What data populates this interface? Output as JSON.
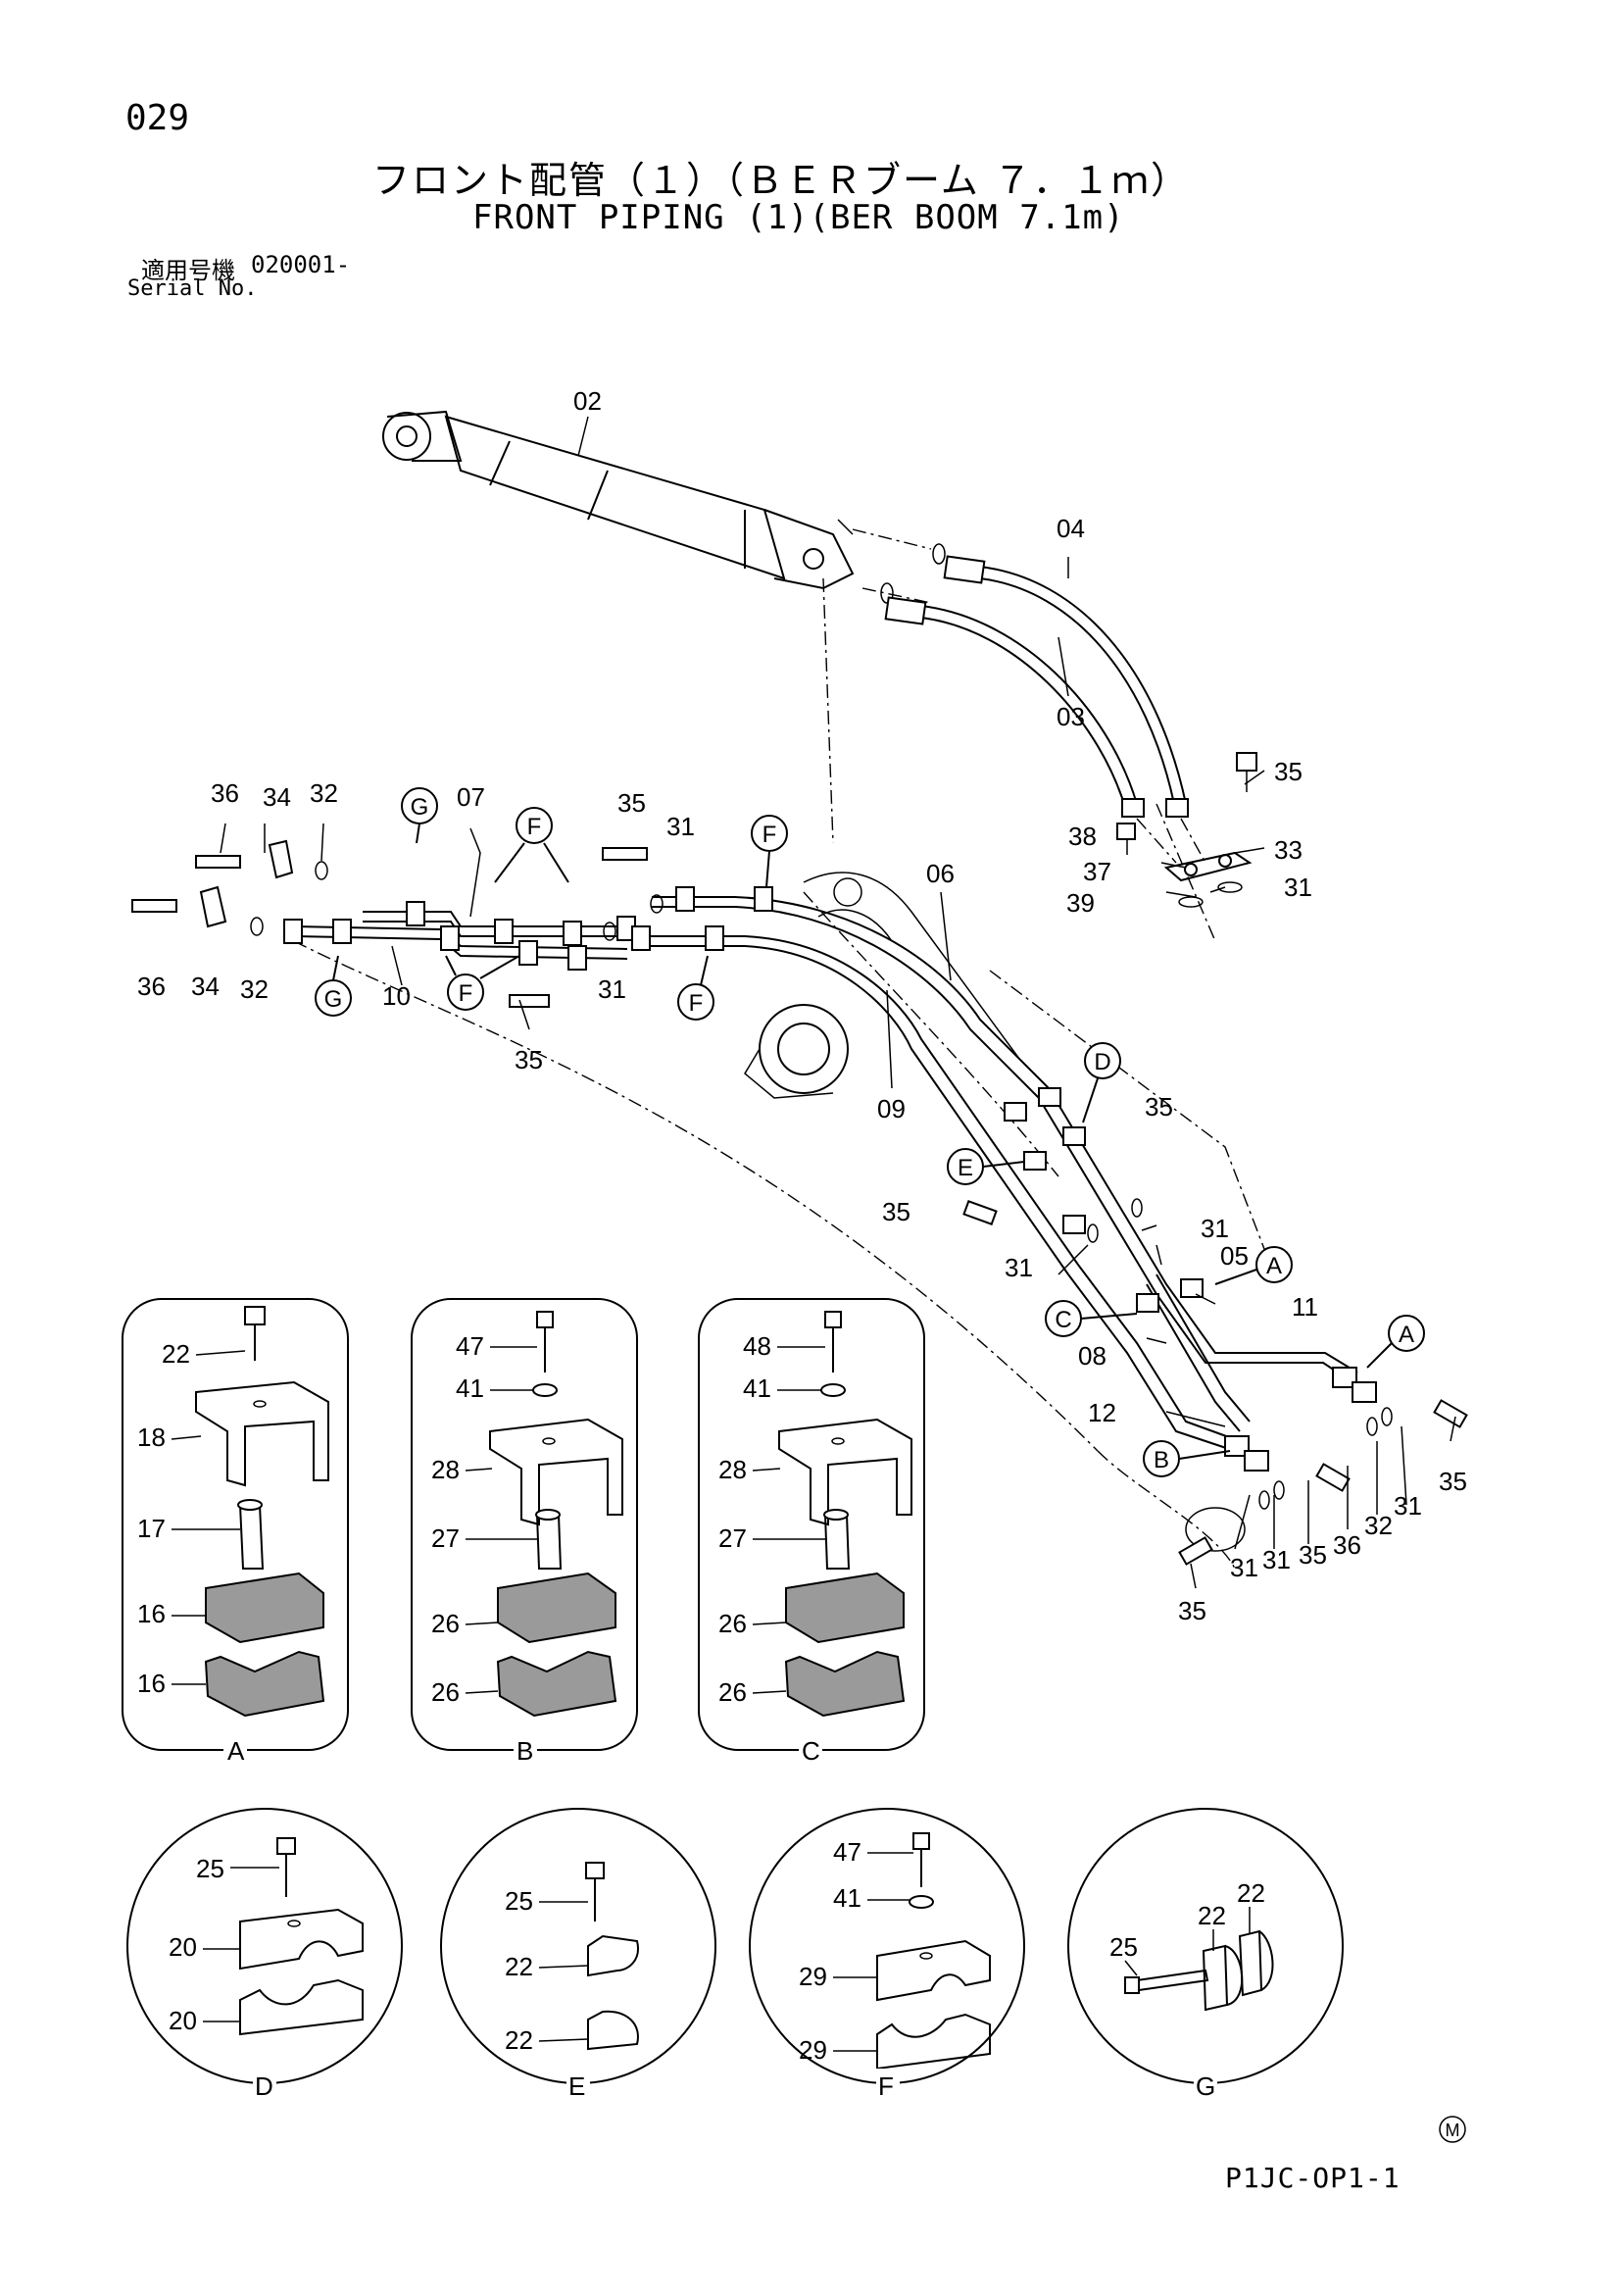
{
  "page": {
    "number": "029",
    "title_jp": "フロント配管（１）（ＢＥＲブーム ７．１ｍ）",
    "title_en": "FRONT PIPING (1)(BER BOOM 7.1m)",
    "serial_label_jp": "適用号機",
    "serial_value": "020001-",
    "serial_label_en": "Serial No.",
    "footer_code": "P1JC-OP1-1",
    "mark": "M"
  },
  "callouts": {
    "n02": "02",
    "n03": "03",
    "n04": "04",
    "n05": "05",
    "n06": "06",
    "n07": "07",
    "n08": "08",
    "n09": "09",
    "n10": "10",
    "n11": "11",
    "n12": "12",
    "n31": "31",
    "n32": "32",
    "n33": "33",
    "n34": "34",
    "n35": "35",
    "n36": "36",
    "n37": "37",
    "n38": "38",
    "n39": "39"
  },
  "ref_letters": {
    "A": "A",
    "B": "B",
    "C": "C",
    "D": "D",
    "E": "E",
    "F": "F",
    "G": "G"
  },
  "details": {
    "A": {
      "letter": "A",
      "parts": [
        "22",
        "18",
        "17",
        "16",
        "16"
      ]
    },
    "B": {
      "letter": "B",
      "parts": [
        "47",
        "41",
        "28",
        "27",
        "26",
        "26"
      ]
    },
    "C": {
      "letter": "C",
      "parts": [
        "48",
        "41",
        "28",
        "27",
        "26",
        "26"
      ]
    },
    "D": {
      "letter": "D",
      "parts": [
        "25",
        "20",
        "20"
      ]
    },
    "E": {
      "letter": "E",
      "parts": [
        "25",
        "22",
        "22"
      ]
    },
    "F": {
      "letter": "F",
      "parts": [
        "47",
        "41",
        "29",
        "29"
      ]
    },
    "G": {
      "letter": "G",
      "parts": [
        "22",
        "22",
        "25"
      ]
    }
  }
}
